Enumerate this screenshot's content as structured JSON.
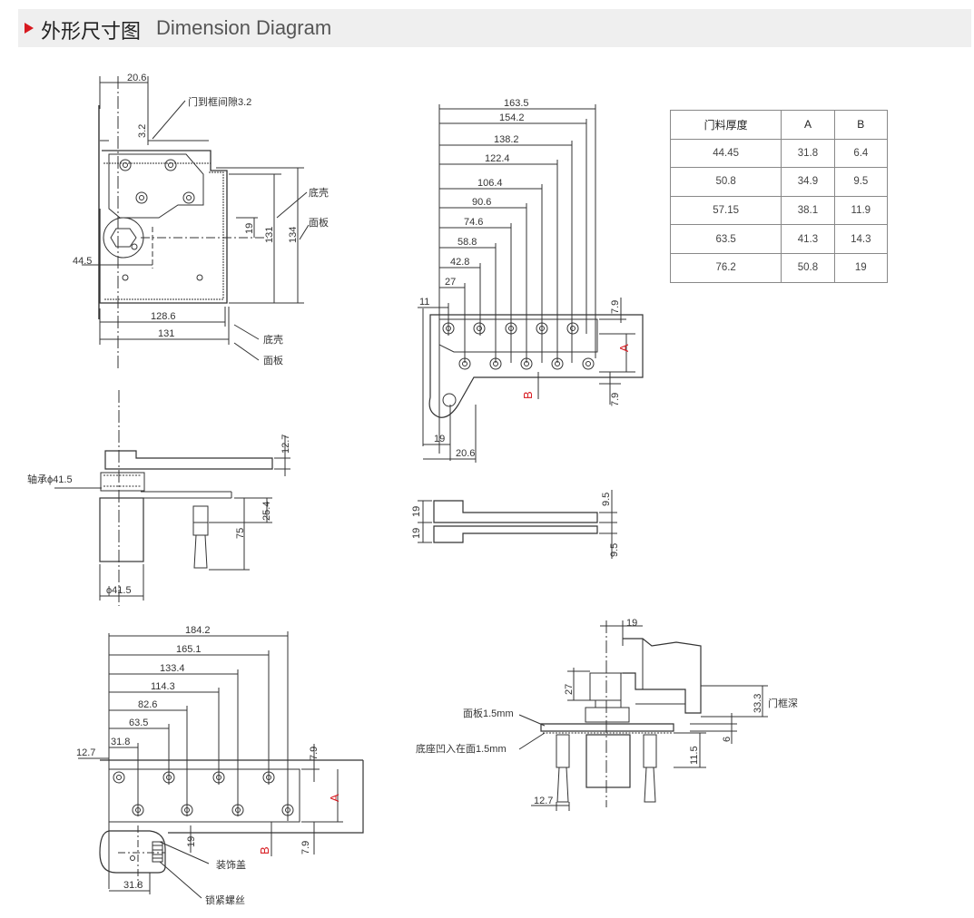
{
  "header": {
    "title_cn": "外形尺寸图",
    "title_en": "Dimension Diagram"
  },
  "colors": {
    "accent": "#d7191f",
    "line": "#333333",
    "header_bg": "#efefef"
  },
  "table": {
    "headers": [
      "门料厚度",
      "A",
      "B"
    ],
    "rows": [
      [
        "44.45",
        "31.8",
        "6.4"
      ],
      [
        "50.8",
        "34.9",
        "9.5"
      ],
      [
        "57.15",
        "38.1",
        "11.9"
      ],
      [
        "63.5",
        "41.3",
        "14.3"
      ],
      [
        "76.2",
        "50.8",
        "19"
      ]
    ]
  },
  "view1": {
    "d_top": "20.6",
    "gap_label": "门到框间隙3.2",
    "d_32": "3.2",
    "d_19": "19",
    "d_131v": "131",
    "d_134v": "134",
    "shell": "底壳",
    "panel": "面板",
    "d_445": "44.5",
    "d_1286": "128.6",
    "d_131h": "131",
    "shell2": "底壳",
    "panel2": "面板"
  },
  "view2": {
    "bearing": "轴承ϕ41.5",
    "d_127": "12.7",
    "d_254": "25.4",
    "d_75": "75",
    "d_phi": "ϕ41.5"
  },
  "view3": {
    "dims": [
      "163.5",
      "154.2",
      "138.2",
      "122.4",
      "106.4",
      "90.6",
      "74.6",
      "58.8",
      "42.8",
      "27"
    ],
    "d_11": "11",
    "d_79a": "7.9",
    "d_79b": "7.9",
    "label_a": "A",
    "label_b": "B",
    "d_19": "19",
    "d_206": "20.6"
  },
  "view4": {
    "d19a": "19",
    "d19b": "19",
    "d95a": "9.5",
    "d95b": "9.5"
  },
  "view5": {
    "dims": [
      "184.2",
      "165.1",
      "133.4",
      "114.3",
      "82.6",
      "63.5",
      "31.8"
    ],
    "d_127": "12.7",
    "d_79a": "7.9",
    "d_79b": "7.9",
    "d_19": "19",
    "label_a": "A",
    "label_b": "B",
    "cover": "装饰盖",
    "screw": "锁紧螺丝",
    "d_318b": "31.8"
  },
  "view6": {
    "d_19": "19",
    "d_27": "27",
    "d_333": "33.3",
    "frame_depth": "门框深",
    "panel": "面板1.5mm",
    "base": "底座凹入在面1.5mm",
    "d_6": "6",
    "d_115": "11.5",
    "d_127": "12.7"
  }
}
